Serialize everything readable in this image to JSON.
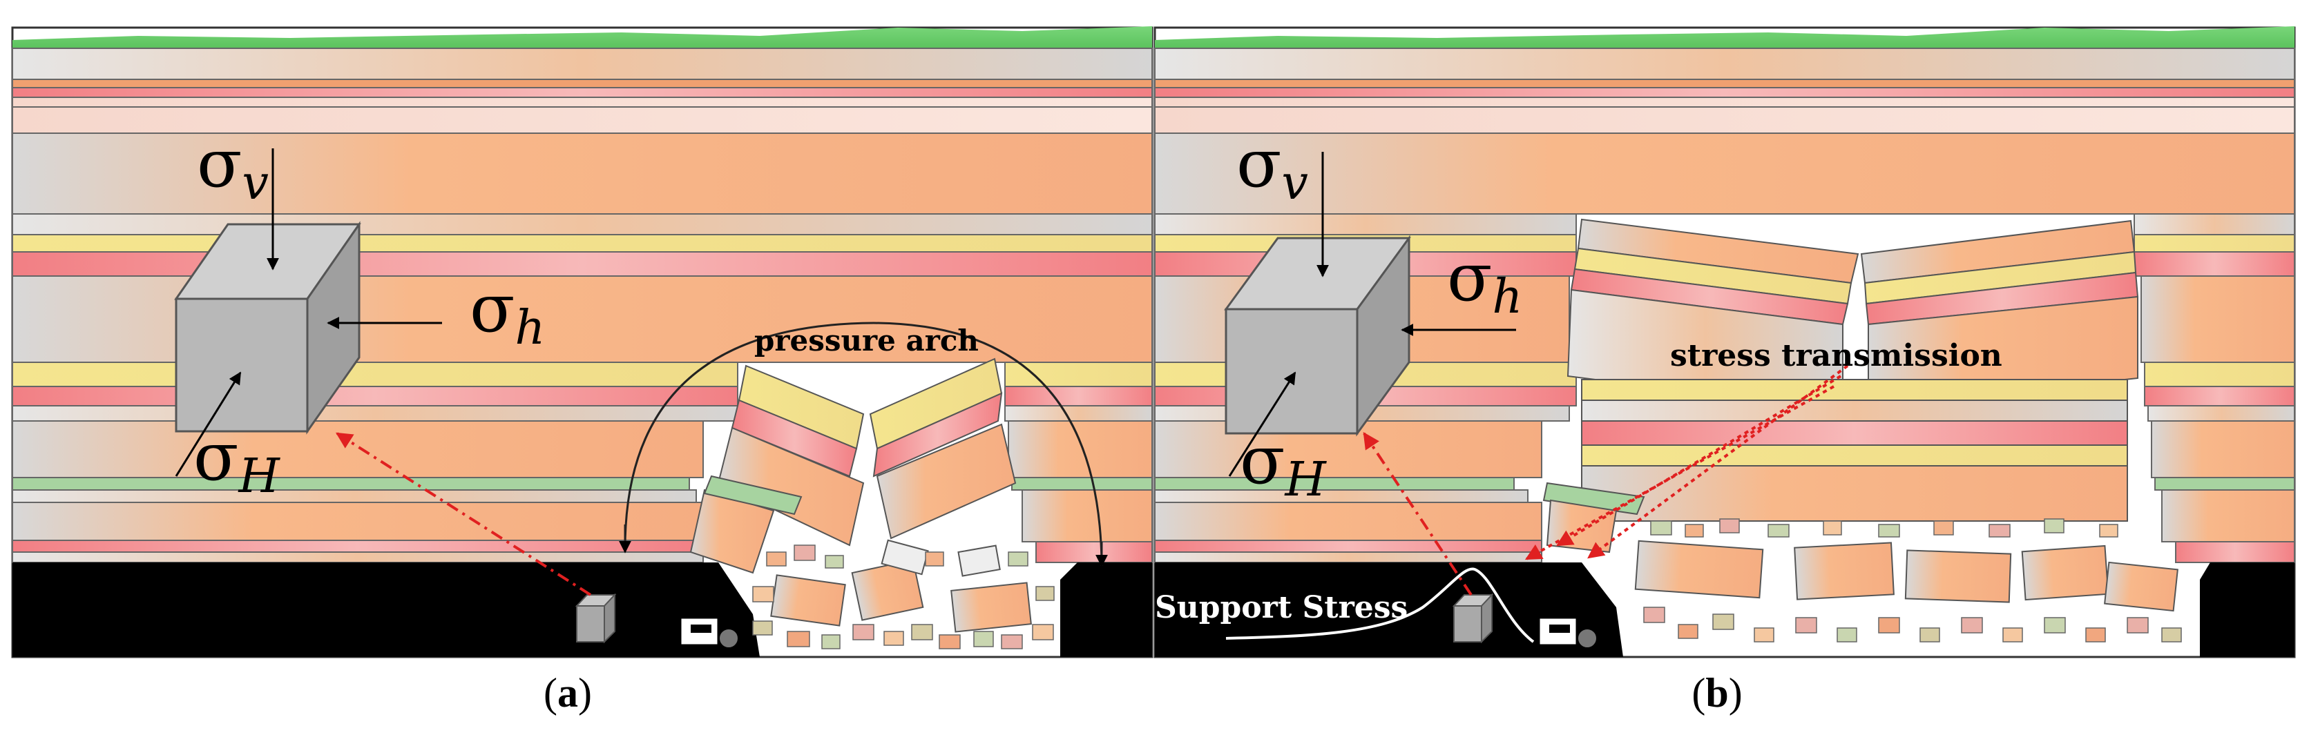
{
  "panel_a": {
    "caption_letter": "a",
    "sigma_v": {
      "sym": "σ",
      "sub": "v"
    },
    "sigma_h": {
      "sym": "σ",
      "sub": "h"
    },
    "sigma_H": {
      "sym": "σ",
      "sub": "H"
    },
    "pressure_arch_label": "pressure arch"
  },
  "panel_b": {
    "caption_letter": "b",
    "sigma_v": {
      "sym": "σ",
      "sub": "v"
    },
    "sigma_h": {
      "sym": "σ",
      "sub": "h"
    },
    "sigma_H": {
      "sym": "σ",
      "sub": "H"
    },
    "stress_transmission_label": "stress transmission",
    "support_stress_label": "Support Stress"
  },
  "colors": {
    "surface_green": "#66cc66",
    "orange": "#f6b184",
    "grey": "#d9d9d9",
    "yellow": "#f3e39a",
    "red": "#f08c8c",
    "green_layer": "#a7d3a0",
    "coal": "#000000",
    "arrow_red": "#e02020",
    "cube": "#b9b9b9"
  }
}
